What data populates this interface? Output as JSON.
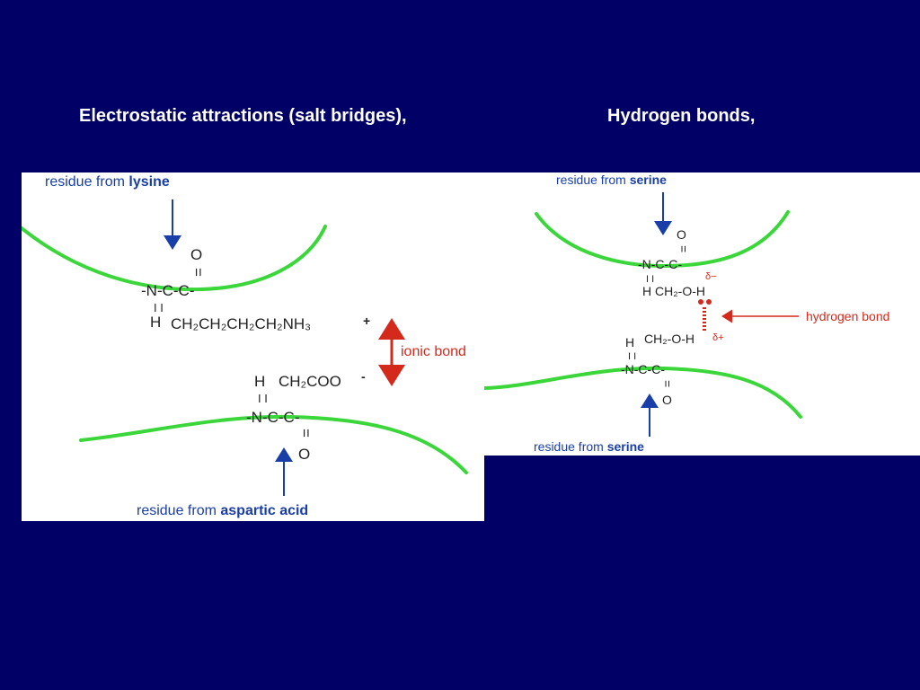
{
  "headings": {
    "left": "Electrostatic attractions (salt bridges),",
    "right": "Hydrogen bonds,"
  },
  "left_diagram": {
    "top_label_prefix": "residue from ",
    "top_label_bold": "lysine",
    "top_atoms": {
      "o": "O",
      "dbl": "=",
      "backbone": "-N-C-C-",
      "bars": "I    I",
      "h": "H",
      "chain": "CH₂CH₂CH₂CH₂NH₃",
      "charge": "+"
    },
    "bond_label": "ionic bond",
    "bottom_atoms": {
      "h": "H",
      "chain": "CH₂COO",
      "charge": "-",
      "bars": "I    I",
      "backbone": "-N-C-C-",
      "dbl": "=",
      "o": "O"
    },
    "bottom_label_prefix": "residue from ",
    "bottom_label_bold": "aspartic acid"
  },
  "right_diagram": {
    "top_label_prefix": "residue from ",
    "top_label_bold": "serine",
    "top_atoms": {
      "o": "O",
      "dbl": "=",
      "backbone": "-N-C-C-",
      "delta_minus": "δ−",
      "bars": "I    I",
      "side": "H  CH₂-O-H"
    },
    "bond_label": "hydrogen bond",
    "bottom_atoms": {
      "side_h": "H",
      "side": "CH₂-O-H",
      "delta_plus": "δ+",
      "bars": "I    I",
      "backbone": "-N-C-C-",
      "dbl": "=",
      "o": "O"
    },
    "bottom_label_prefix": "residue from ",
    "bottom_label_bold": "serine"
  },
  "colors": {
    "background": "#000066",
    "heading": "#ffffff",
    "label_blue": "#1a3ea8",
    "bond_red": "#d42a1c",
    "strand_green": "#3ad63a"
  }
}
